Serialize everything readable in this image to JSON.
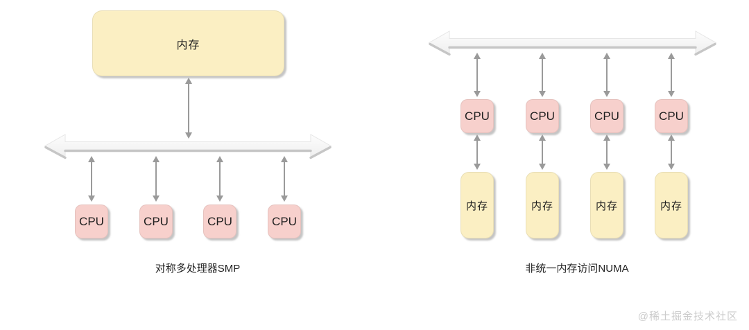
{
  "diagrams": {
    "smp": {
      "memory_label": "内存",
      "cpu_labels": [
        "CPU",
        "CPU",
        "CPU",
        "CPU"
      ],
      "caption": "对称多处理器SMP"
    },
    "numa": {
      "cpu_labels": [
        "CPU",
        "CPU",
        "CPU",
        "CPU"
      ],
      "memory_labels": [
        "内存",
        "内存",
        "内存",
        "内存"
      ],
      "caption": "非统一内存访问NUMA"
    }
  },
  "watermark": "@稀土掘金技术社区",
  "colors": {
    "memory_fill": "#fbefc3",
    "cpu_fill": "#f7d0cc",
    "arrow": "#9a9a9a",
    "bus_fill": "#f7f7f7",
    "bus_shadow": "#c6c6c6",
    "text": "#1f1f1f",
    "watermark": "#cccccc",
    "background": "#ffffff"
  }
}
